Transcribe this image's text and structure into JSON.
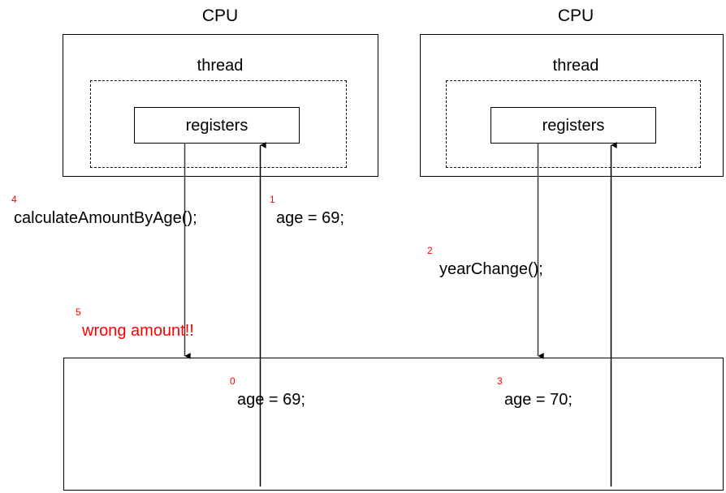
{
  "diagram": {
    "title_left": "CPU",
    "title_right": "CPU",
    "thread_left": "thread",
    "thread_right": "thread",
    "registers_left": "registers",
    "registers_right": "registers",
    "colors": {
      "stroke": "#000000",
      "highlight": "#ff0000",
      "background": "#ffffff"
    },
    "annotations": {
      "left_read": {
        "step": "4",
        "text": "calculateAmountByAge();"
      },
      "left_write": {
        "step": "1",
        "text": "age = 69;"
      },
      "left_error": {
        "step": "5",
        "text": "wrong amount!!"
      },
      "right_read": {
        "step": "2",
        "text": "yearChange();"
      },
      "memory_left": {
        "step": "0",
        "text": "age = 69;"
      },
      "memory_right": {
        "step": "3",
        "text": "age = 70;"
      }
    }
  }
}
